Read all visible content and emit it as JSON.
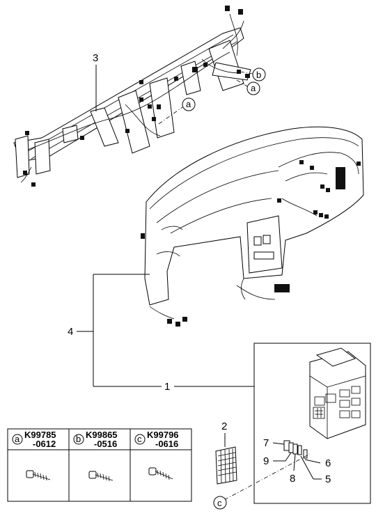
{
  "callouts": {
    "c1": "1",
    "c2": "2",
    "c3": "3",
    "c4": "4",
    "c5": "5",
    "c6": "6",
    "c7": "7",
    "c8": "8",
    "c9": "9"
  },
  "letters": {
    "a": "a",
    "b": "b",
    "c": "c"
  },
  "table": {
    "cols": [
      {
        "letter": "a",
        "line1": "K99785",
        "line2": "-0612"
      },
      {
        "letter": "b",
        "line1": "K99865",
        "line2": "-0516"
      },
      {
        "letter": "c",
        "line1": "K99796",
        "line2": "-0616"
      }
    ]
  }
}
